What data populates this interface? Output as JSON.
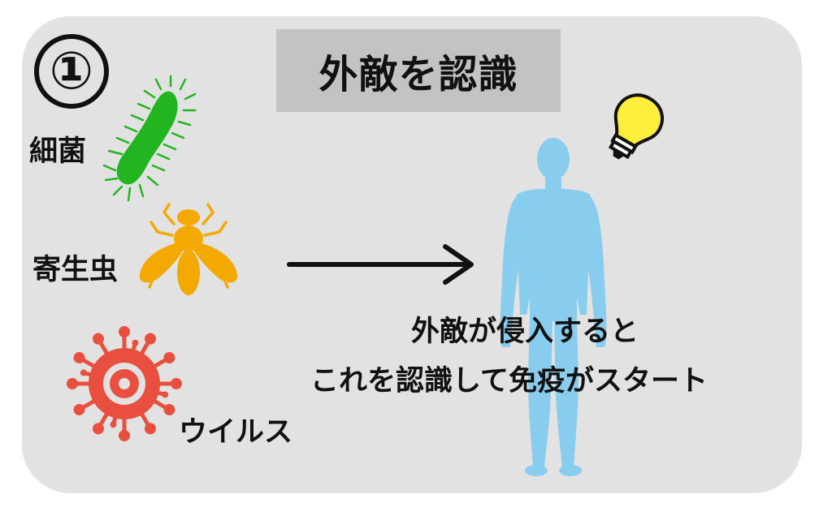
{
  "step": {
    "number": "①"
  },
  "title": "外敵を認識",
  "pathogens": {
    "bacteria": "細菌",
    "parasite": "寄生虫",
    "virus": "ウイルス"
  },
  "caption": {
    "line1": "外敵が侵入すると",
    "line2": "これを認識して免疫がスタート"
  },
  "colors": {
    "card": "#e2e2e2",
    "title_box": "#c3c3c3",
    "bacteria": "#22b51f",
    "parasite": "#f4a900",
    "virus": "#e94f3e",
    "human": "#88ccee",
    "bulb": "#ffee3b"
  },
  "icons": [
    "bacteria-icon",
    "fly-icon",
    "virus-icon",
    "arrow-icon",
    "human-figure-icon",
    "lightbulb-icon"
  ]
}
